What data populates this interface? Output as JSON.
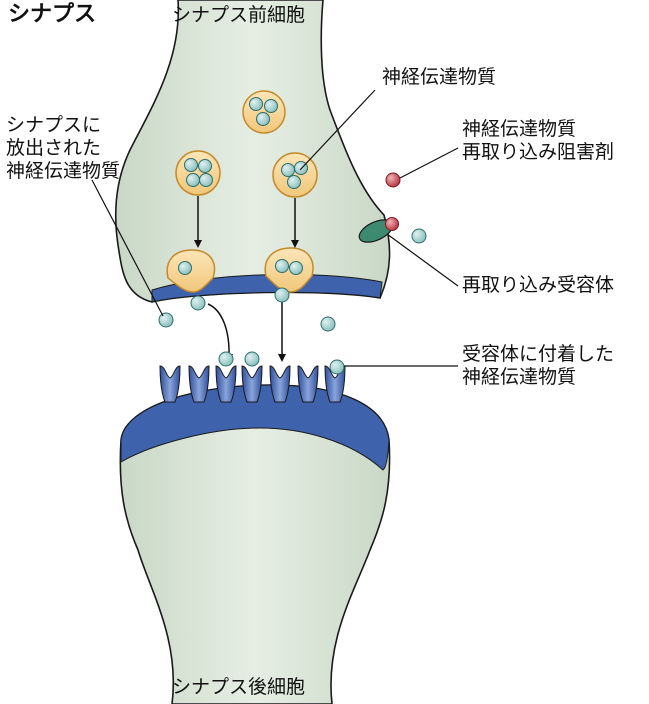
{
  "diagram": {
    "title": "シナプス",
    "labels": {
      "presynaptic_cell": "シナプス前細胞",
      "postsynaptic_cell": "シナプス後細胞",
      "neurotransmitter": "神経伝達物質",
      "released_neurotransmitter": [
        "シナプスに",
        "放出された",
        "神経伝達物質"
      ],
      "reuptake_inhibitor": [
        "神経伝達物質",
        "再取り込み阻害剤"
      ],
      "reuptake_receptor": "再取り込み受容体",
      "bound_neurotransmitter": [
        "受容体に付着した",
        "神経伝達物質"
      ]
    },
    "colors": {
      "cell_fill": "#dde8d9",
      "membrane_blue": "#3f62ad",
      "vesicle_fill": "#f7d79a",
      "vesicle_stroke": "#c58a2a",
      "transmitter_fill": "#9ccfcd",
      "transmitter_stroke": "#2f6e6a",
      "inhibitor_red": "#b4303a",
      "transporter_green": "#3d8a70",
      "outline": "#1a1a1a"
    }
  }
}
